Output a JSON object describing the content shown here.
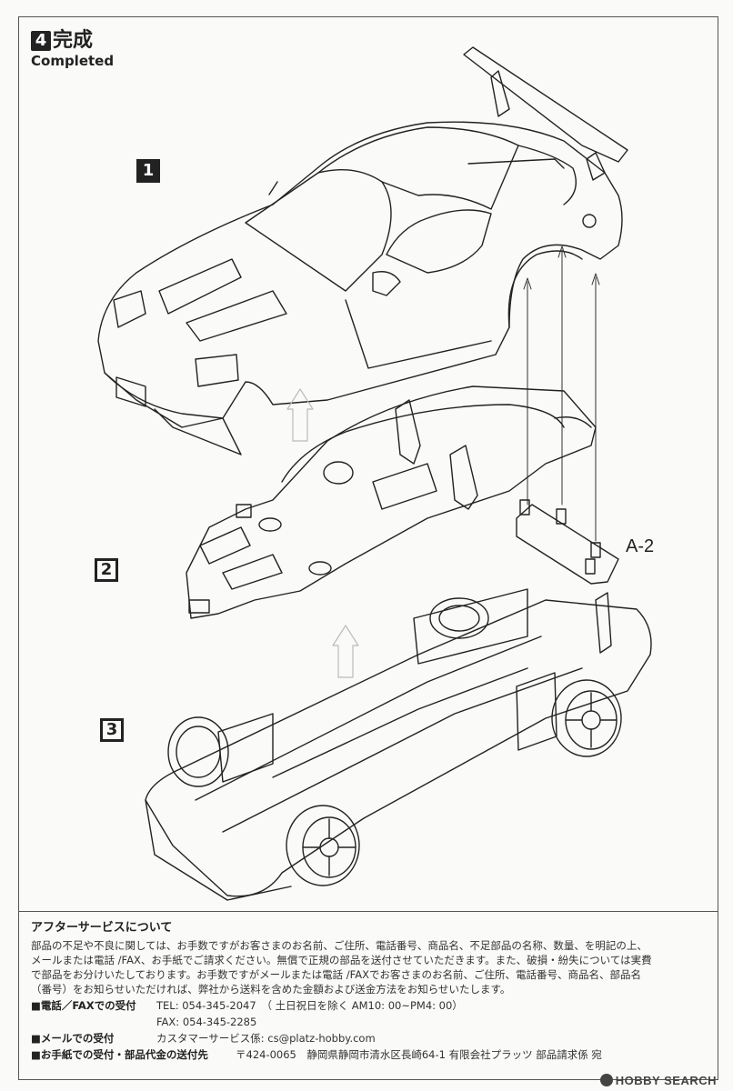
{
  "header": {
    "step_number": "4",
    "title_jp": "完成",
    "title_en": "Completed"
  },
  "parts": [
    {
      "label": "1",
      "style": "filled"
    },
    {
      "label": "2",
      "style": "outline"
    },
    {
      "label": "3",
      "style": "outline"
    }
  ],
  "part_reference": "A-2",
  "after_service": {
    "title": "アフターサービスについて",
    "body_lines": [
      "部品の不足や不良に関しては、お手数ですがお客さまのお名前、ご住所、電話番号、商品名、不足部品の名称、数量、を明記の上、",
      "メールまたは電話 /FAX、お手紙でご請求ください。無償で正規の部品を送付させていただきます。また、破損・紛失については実費",
      "で部品をお分けいたしております。お手数ですがメールまたは電話 /FAXでお客さまのお名前、ご住所、電話番号、商品名、部品名",
      "（番号）をお知らせいただければ、弊社から送料を含めた金額および送金方法をお知らせいたします。"
    ],
    "phone_label": "■電話／FAXでの受付",
    "phone_value": "TEL: 054-345-2047　（ 土日祝日を除く AM10: 00~PM4: 00）",
    "fax_value": "FAX: 054-345-2285",
    "mail_label": "■メールでの受付",
    "mail_value": "カスタマーサービス係: cs@platz-hobby.com",
    "post_label": "■お手紙での受付・部品代金の送付先",
    "post_value": "〒424-0065　静岡県静岡市清水区長崎64-1 有限会社プラッツ 部品請求係 宛"
  },
  "watermark": "HOBBY SEARCH"
}
